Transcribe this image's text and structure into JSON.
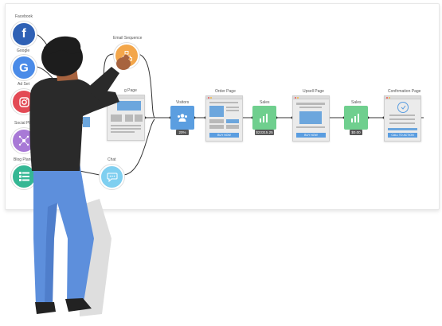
{
  "diagram": {
    "sources": [
      {
        "label": "Facebook",
        "icon": "facebook-icon",
        "color": "#2f61b5"
      },
      {
        "label": "Google",
        "icon": "google-icon",
        "color": "#4a8be8"
      },
      {
        "label": "Ad Set",
        "icon": "instagram-icon",
        "color": "#e34a55"
      },
      {
        "label": "Social Pl",
        "icon": "network-icon",
        "color": "#a879d6"
      },
      {
        "label": "Blog Planner",
        "icon": "list-icon",
        "color": "#35b794"
      }
    ],
    "email_sequence": {
      "label": "Email Sequence",
      "color": "#f3a64a"
    },
    "chat": {
      "label": "Chat",
      "color": "#7fcff0"
    },
    "landing_page": {
      "label": "g Page"
    },
    "steps": {
      "visitors": {
        "label": "Visitors",
        "value": "20%",
        "color": "#5b9ee0"
      },
      "order_page": {
        "label": "Order Page",
        "cta": "BUY NOW"
      },
      "sales1": {
        "label": "Sales",
        "value": "$23315.25",
        "color": "#6fcf8e"
      },
      "upsell_page": {
        "label": "Upsell Page",
        "cta": "BUY NOW"
      },
      "sales2": {
        "label": "Sales",
        "value": "$0.00",
        "color": "#6fcf8e"
      },
      "confirmation_page": {
        "label": "Confirmation Page",
        "cta": "CALL TO ACTION"
      }
    }
  }
}
